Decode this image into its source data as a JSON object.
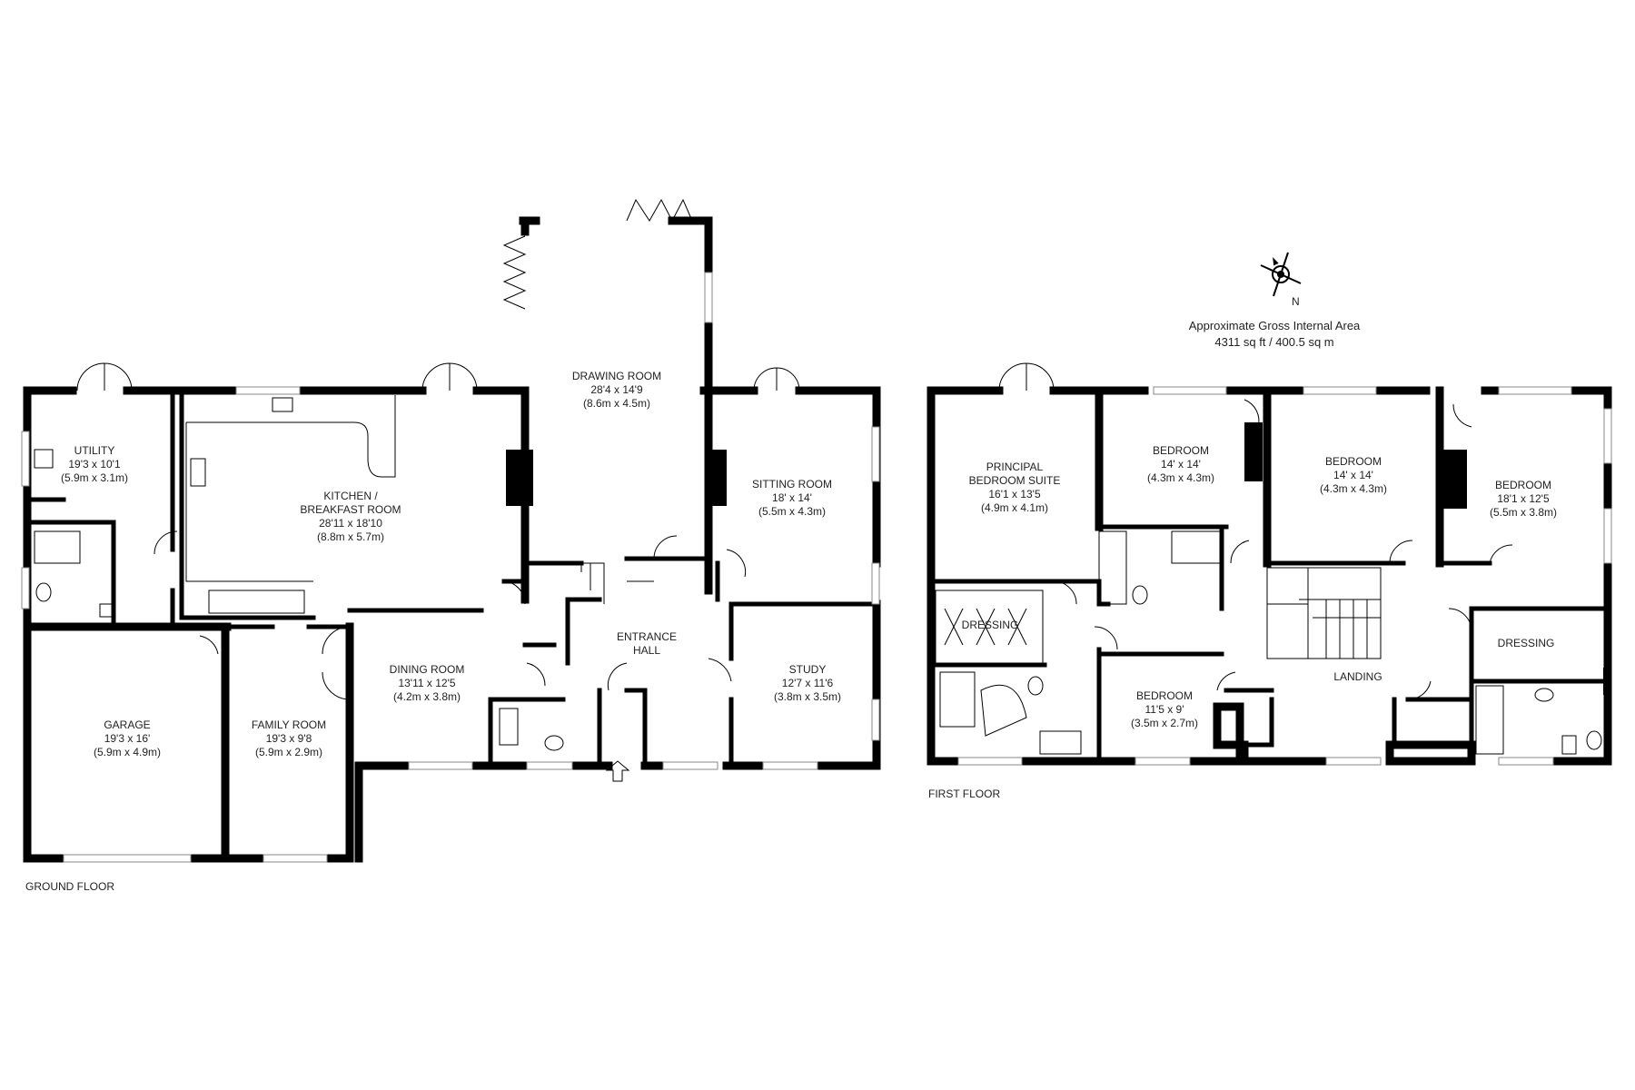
{
  "area": {
    "line1": "Approximate Gross Internal Area",
    "line2": "4311 sq ft / 400.5 sq m"
  },
  "compass": {
    "label": "N"
  },
  "floors": {
    "ground": "GROUND FLOOR",
    "first": "FIRST FLOOR"
  },
  "rooms": {
    "utility": [
      "UTILITY",
      "19'3 x 10'1",
      "(5.9m x 3.1m)"
    ],
    "kitchen": [
      "KITCHEN /",
      "BREAKFAST ROOM",
      "28'11 x 18'10",
      "(8.8m x 5.7m)"
    ],
    "drawing": [
      "DRAWING ROOM",
      "28'4 x 14'9",
      "(8.6m x 4.5m)"
    ],
    "sitting": [
      "SITTING ROOM",
      "18' x 14'",
      "(5.5m x 4.3m)"
    ],
    "entrance": [
      "ENTRANCE",
      "HALL"
    ],
    "study": [
      "STUDY",
      "12'7 x 11'6",
      "(3.8m x 3.5m)"
    ],
    "dining": [
      "DINING ROOM",
      "13'11 x 12'5",
      "(4.2m x 3.8m)"
    ],
    "garage": [
      "GARAGE",
      "19'3 x 16'",
      "(5.9m x 4.9m)"
    ],
    "family": [
      "FAMILY ROOM",
      "19'3 x 9'8",
      "(5.9m x 2.9m)"
    ],
    "principal": [
      "PRINCIPAL",
      "BEDROOM SUITE",
      "16'1 x 13'5",
      "(4.9m x 4.1m)"
    ],
    "bed1": [
      "BEDROOM",
      "14' x 14'",
      "(4.3m x 4.3m)"
    ],
    "bed2": [
      "BEDROOM",
      "14' x 14'",
      "(4.3m x 4.3m)"
    ],
    "bed3": [
      "BEDROOM",
      "18'1 x 12'5",
      "(5.5m x 3.8m)"
    ],
    "bed4": [
      "BEDROOM",
      "11'5 x 9'",
      "(3.5m x 2.7m)"
    ],
    "dressing1": [
      "DRESSING"
    ],
    "dressing2": [
      "DRESSING"
    ],
    "landing": [
      "LANDING"
    ]
  }
}
